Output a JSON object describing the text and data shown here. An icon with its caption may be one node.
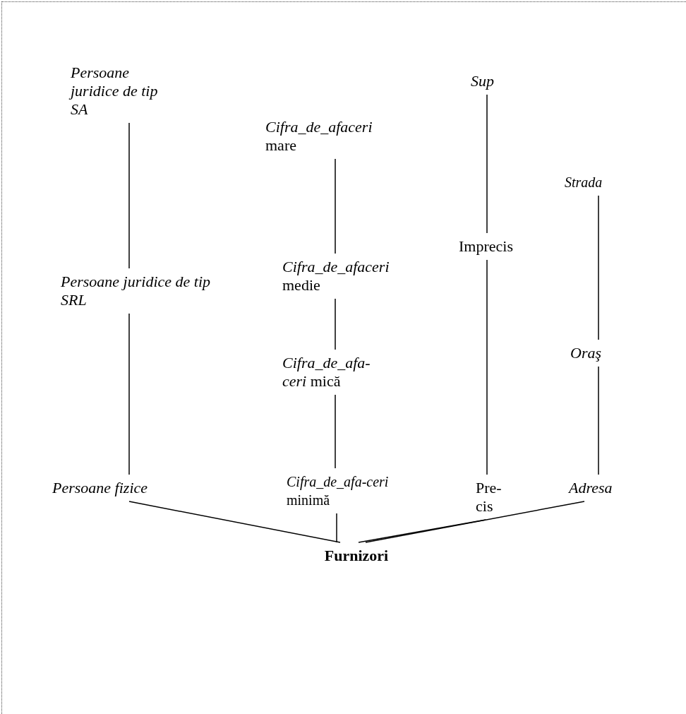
{
  "diagram": {
    "nodes": [
      {
        "text": [
          "Persoane juridice de tip SA"
        ]
      },
      {
        "text": [
          "Persoane juridice de tip SRL"
        ]
      },
      {
        "text": [
          "Persoane fizice"
        ]
      },
      {
        "text": [
          "*Cifra_de_afaceri* mare"
        ]
      },
      {
        "text": [
          "*Cifra_de_afaceri* medie"
        ]
      },
      {
        "text": [
          "*Cifra_de_afa-ceri* mică"
        ]
      },
      {
        "text": [
          "*Cifra_de_afa-ceri* minimă"
        ]
      },
      {
        "text": [
          "Sup"
        ]
      },
      {
        "text": [
          "Imprecis"
        ]
      },
      {
        "text": [
          "Pre-cis"
        ]
      },
      {
        "text": [
          "Strada"
        ]
      },
      {
        "text": [
          "Oraş"
        ]
      },
      {
        "text": [
          "Adresa"
        ]
      },
      {
        "text": [
          "Furnizori"
        ]
      }
    ],
    "edges": [
      {
        "from": 0,
        "to": 1,
        "arrow": "none"
      },
      {
        "from": 1,
        "to": 2,
        "arrow": "none"
      },
      {
        "from": 3,
        "to": 4,
        "arrow": "none"
      },
      {
        "from": 4,
        "to": 5,
        "arrow": "none"
      },
      {
        "from": 5,
        "to": 6,
        "arrow": "none"
      },
      {
        "from": 7,
        "to": 8,
        "arrow": "none"
      },
      {
        "from": 8,
        "to": 9,
        "arrow": "none"
      },
      {
        "from": 10,
        "to": 11,
        "arrow": "none"
      },
      {
        "from": 11,
        "to": 12,
        "arrow": "none"
      },
      {
        "from": 2,
        "to": 13,
        "arrow": "none"
      },
      {
        "from": 6,
        "to": 13,
        "arrow": "none"
      },
      {
        "from": 9,
        "to": 13,
        "arrow": "none"
      },
      {
        "from": 12,
        "to": 13,
        "arrow": "none"
      }
    ]
  }
}
